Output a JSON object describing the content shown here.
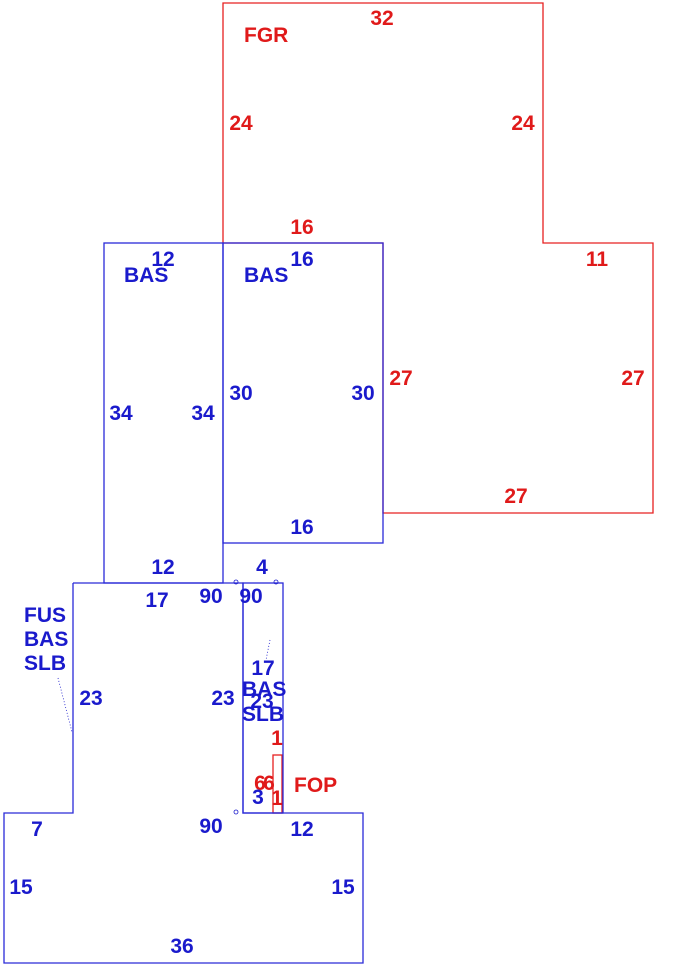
{
  "areas": {
    "fgr": {
      "code": "FGR"
    },
    "bas_left": {
      "code": "BAS"
    },
    "bas_right": {
      "code": "BAS"
    },
    "fus_bas_slb": {
      "lines": [
        "FUS",
        "BAS",
        "SLB"
      ]
    },
    "bas_slb_narrow": {
      "lines": [
        "BAS",
        "SLB"
      ]
    },
    "fop": {
      "code": "FOP"
    }
  },
  "dimensions": {
    "fgr_top": "32",
    "fgr_left": "24",
    "fgr_mid_right": "24",
    "fgr_shared": "16",
    "fgr_step": "11",
    "fgr_inner": "27",
    "fgr_outer": "27",
    "fgr_bottom": "27",
    "basl_top": "12",
    "basl_left": "34",
    "basl_right": "34",
    "basl_bottom": "12",
    "basr_top": "16",
    "basr_left": "30",
    "basr_right": "30",
    "basr_bottom": "16",
    "corridor_top": "4",
    "low_top": "17",
    "low_left": "23",
    "low_inner": "23",
    "narrow_dim": "17",
    "narrow_small": "23",
    "fop_top": "1",
    "fop_left": "6",
    "fop_right": "6",
    "fop_bottom": "1",
    "small_3": "3",
    "ang_90a": "90",
    "ang_90b": "90",
    "ang_90c": "90",
    "base_7": "7",
    "base_12": "12",
    "base_left": "15",
    "base_right": "15",
    "base_bottom": "36"
  },
  "colors": {
    "building": "#2a2ad8",
    "garage": "#e62020"
  }
}
